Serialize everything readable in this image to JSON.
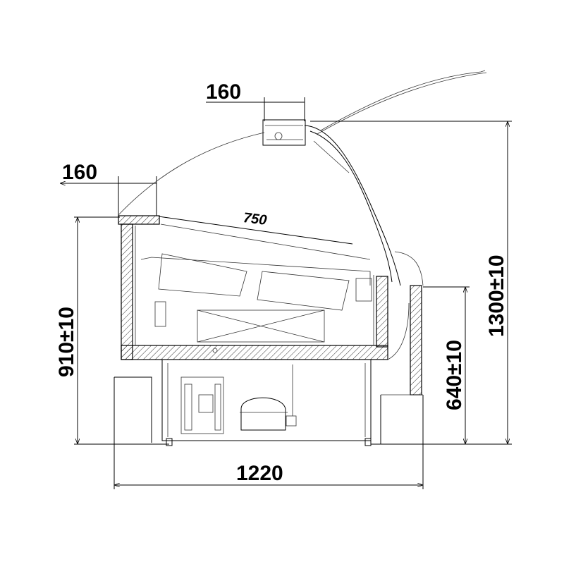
{
  "drawing": {
    "title": "Refrigerated display counter side section",
    "dimensions": {
      "top_width": "160",
      "left_overhang": "160",
      "shelf_depth": "750",
      "counter_height": "910±10",
      "total_height": "1300±10",
      "front_height": "640±10",
      "total_depth": "1220"
    },
    "colors": {
      "line": "#000000",
      "background": "#ffffff"
    }
  }
}
